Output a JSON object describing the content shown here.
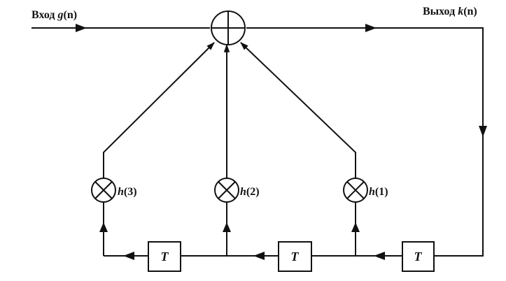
{
  "input_label": {
    "word": "Вход",
    "var": "g",
    "arg": "(n)"
  },
  "output_label": {
    "word": "Выход",
    "var": "k",
    "arg": "(n)"
  },
  "multipliers": [
    {
      "coef": "h",
      "arg": "(3)"
    },
    {
      "coef": "h",
      "arg": "(2)"
    },
    {
      "coef": "h",
      "arg": "(1)"
    }
  ],
  "delays": [
    "T",
    "T",
    "T"
  ],
  "colors": {
    "line": "#111111",
    "background": "#ffffff"
  },
  "icons": {
    "adder": "circle-plus-icon",
    "multiplier": "circle-times-icon",
    "arrow": "arrowhead-icon"
  }
}
